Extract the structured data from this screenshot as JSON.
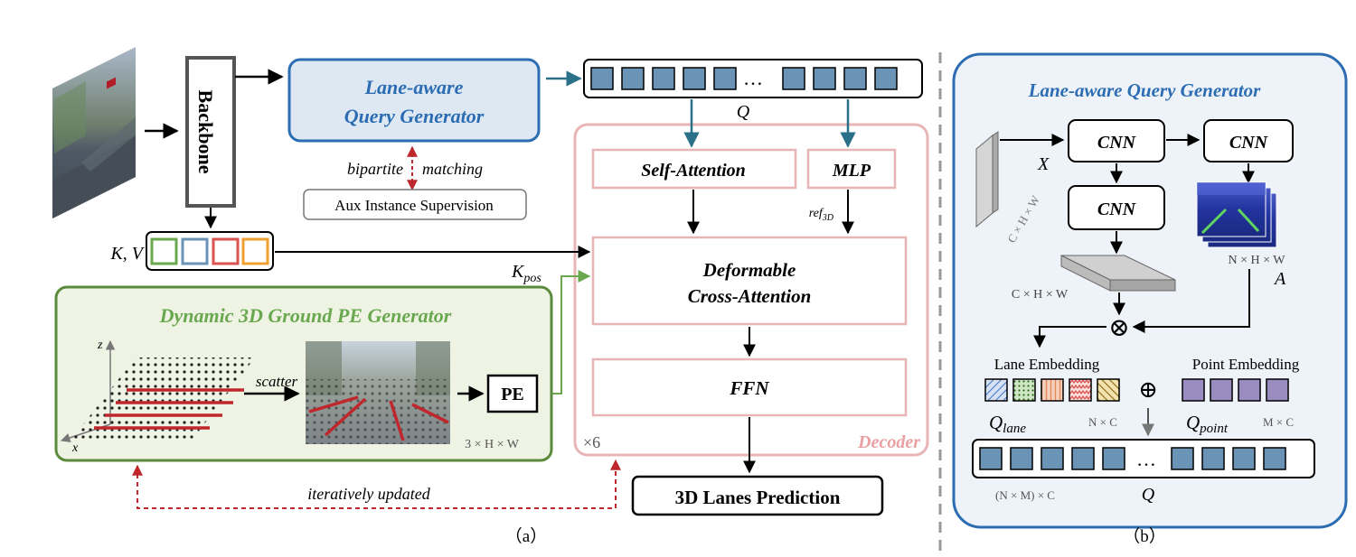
{
  "panel_a": {
    "backbone": "Backbone",
    "lane_query_gen_line1": "Lane-aware",
    "lane_query_gen_line2": "Query Generator",
    "q_label": "Q",
    "q_ellipsis": "…",
    "bipartite": "bipartite",
    "matching": "matching",
    "aux_supervision": "Aux Instance Supervision",
    "kv_label": "K, V",
    "kpos_main": "K",
    "kpos_sub": "pos",
    "self_attention": "Self-Attention",
    "mlp": "MLP",
    "ref_main": "ref",
    "ref_sub": "3D",
    "deformable_line1": "Deformable",
    "deformable_line2": "Cross-Attention",
    "ffn": "FFN",
    "times6": "×6",
    "decoder": "Decoder",
    "prediction": "3D Lanes Prediction",
    "pe_gen_title": "Dynamic 3D Ground PE Generator",
    "axis_z": "z",
    "axis_x": "x",
    "scatter": "scatter",
    "pe": "PE",
    "pe_shape": "3 × H × W",
    "iteratively_updated": "iteratively updated",
    "caption": "（a）"
  },
  "panel_b": {
    "title": "Lane-aware Query Generator",
    "cnn1": "CNN",
    "cnn2": "CNN",
    "cnn3": "CNN",
    "x_label": "X",
    "shape_chw_1": "C × H × W",
    "shape_chw_2": "C × H × W",
    "shape_nhw": "N × H × W",
    "a_label": "A",
    "otimes": "⊗",
    "oplus": "⊕",
    "lane_embedding": "Lane Embedding",
    "point_embedding": "Point Embedding",
    "q_lane_main": "Q",
    "q_lane_sub": "lane",
    "nc": "N × C",
    "q_point_main": "Q",
    "q_point_sub": "point",
    "mc": "M × C",
    "nmc": "(N × M) × C",
    "q_label": "Q",
    "q_ellipsis": "…",
    "caption": "（b）"
  },
  "colors": {
    "query_blue": "#6b93b5",
    "query_border": "#2b6cb3",
    "decoder_pink": "#e8b4b6",
    "pe_green": "#5a8a3c",
    "pe_fill": "#eef3e4",
    "lane_red": "#c0272d",
    "matching_red": "#c0272d",
    "teal_arrow": "#2a7088"
  }
}
